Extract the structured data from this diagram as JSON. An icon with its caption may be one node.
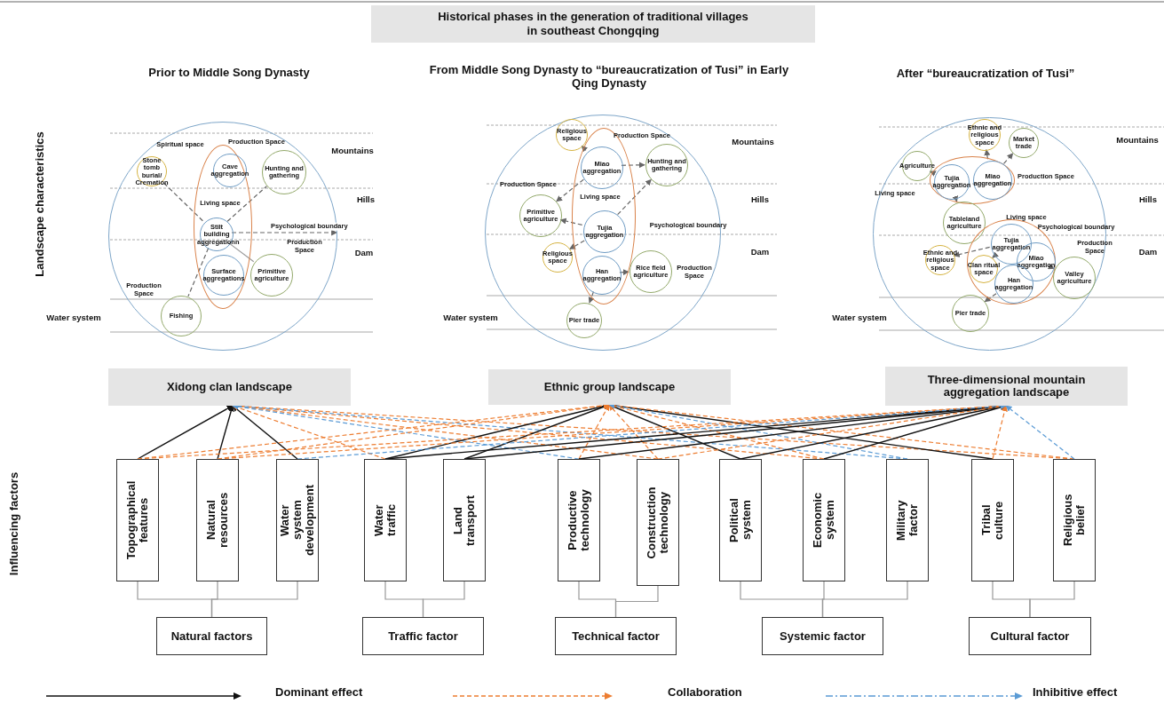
{
  "diagram": {
    "title": "Historical phases in the generation of traditional villages in southeast Chongqing",
    "nodes": [
      {
        "text": [],
        "shape": "circle"
      },
      {
        "text": [
          "Stone tomb burial/ Cremation"
        ],
        "in": 0
      },
      {
        "text": [],
        "shape": "ellipse",
        "in": 0
      },
      {
        "text": [
          "Cave aggregation"
        ],
        "in": 2
      },
      {
        "text": [
          "Hunting and gathering"
        ],
        "in": 0
      },
      {
        "text": [
          "Stilt building aggregationn"
        ],
        "in": 2
      },
      {
        "text": [
          "Surface aggregations"
        ],
        "in": 2
      },
      {
        "text": [
          "Primitive agriculture"
        ],
        "in": 0
      },
      {
        "text": [
          "Fishing"
        ],
        "in": 0
      },
      {
        "text": [],
        "shape": "circle"
      },
      {
        "text": [
          "Religious space"
        ],
        "in": 9
      },
      {
        "text": [],
        "shape": "ellipse",
        "in": 9
      },
      {
        "text": [
          "Miao aggregation"
        ],
        "in": 11
      },
      {
        "text": [
          "Hunting and gathering"
        ],
        "in": 9
      },
      {
        "text": [
          "Primitive agriculture"
        ],
        "in": 9
      },
      {
        "text": [
          "Tujia aggregation"
        ],
        "in": 11
      },
      {
        "text": [
          "Religious space"
        ],
        "in": 9
      },
      {
        "text": [
          "Han aggregation"
        ],
        "in": 11
      },
      {
        "text": [
          "Rice field agriculture"
        ],
        "in": 9
      },
      {
        "text": [
          "Pier trade"
        ],
        "in": 9
      },
      {
        "text": [],
        "shape": "circle"
      },
      {
        "text": [
          "Ethnic and religious space"
        ],
        "in": 20
      },
      {
        "text": [
          "Market trade"
        ],
        "in": 20
      },
      {
        "text": [
          "Agriculture"
        ],
        "in": 20
      },
      {
        "text": [],
        "shape": "ellipse",
        "in": 20
      },
      {
        "text": [
          "Tujia aggregation"
        ],
        "in": 24
      },
      {
        "text": [
          "Miao aggregation"
        ],
        "in": 24
      },
      {
        "text": [
          "Tableland agriculture"
        ],
        "in": 20
      },
      {
        "text": [
          "Ethnic and religious space"
        ],
        "in": 20
      },
      {
        "text": [],
        "shape": "ellipse",
        "in": 20
      },
      {
        "text": [
          "Tujia aggregation"
        ],
        "in": 29
      },
      {
        "text": [
          "Miao aggregation"
        ],
        "in": 29
      },
      {
        "text": [
          "Clan ritual space"
        ],
        "in": 29
      },
      {
        "text": [
          "Han aggregation"
        ],
        "in": 29
      },
      {
        "text": [
          "Valley agriculture"
        ],
        "in": 20
      },
      {
        "text": [
          "Pier trade"
        ],
        "in": 20
      },
      {
        "text": [
          "Xidong clan landscape"
        ]
      },
      {
        "text": [
          "Ethnic group landscape"
        ]
      },
      {
        "text": [
          "Three-dimensional mountain aggregation landscape"
        ]
      },
      {
        "text": [
          "Topographical features"
        ]
      },
      {
        "text": [
          "Natural resources"
        ]
      },
      {
        "text": [
          "Water system development"
        ]
      },
      {
        "text": [
          "Water traffic"
        ]
      },
      {
        "text": [
          "Land transport"
        ]
      },
      {
        "text": [
          "Productive technology"
        ]
      },
      {
        "text": [
          "Construction technology"
        ]
      },
      {
        "text": [
          "Political system"
        ]
      },
      {
        "text": [
          "Economic system"
        ]
      },
      {
        "text": [
          "Military factor"
        ]
      },
      {
        "text": [
          "Tribal culture"
        ]
      },
      {
        "text": [
          "Religious belief"
        ]
      },
      {
        "text": [
          "Natural factors"
        ]
      },
      {
        "text": [
          "Traffic factor"
        ]
      },
      {
        "text": [
          "Technical factor"
        ]
      },
      {
        "text": [
          "Systemic factor"
        ]
      },
      {
        "text": [
          "Cultural factor"
        ]
      }
    ],
    "edges": [
      {
        "from": 5,
        "to": 1,
        "arrow": "none",
        "style": "dashed",
        "color": "#666666"
      },
      {
        "from": 5,
        "to": 4,
        "arrow": "none",
        "style": "dashed",
        "color": "#666666"
      },
      {
        "from": 5,
        "to": 8,
        "arrow": "none",
        "style": "dashed",
        "color": "#666666"
      },
      {
        "from": 5,
        "to": 7,
        "arrow": "none",
        "color": "#999999"
      },
      {
        "from": 5,
        "to": 0,
        "arrow": "to",
        "label": "Psychological boundary",
        "style": "dashed",
        "color": "#666666"
      },
      {
        "from": 12,
        "to": 10,
        "arrow": "to",
        "style": "dashed",
        "color": "#666666"
      },
      {
        "from": 12,
        "to": 13,
        "arrow": "to",
        "style": "dashed",
        "color": "#666666"
      },
      {
        "from": 12,
        "to": 14,
        "arrow": "to",
        "style": "dashed",
        "color": "#666666"
      },
      {
        "from": 15,
        "to": 14,
        "arrow": "to",
        "style": "dashed",
        "color": "#666666"
      },
      {
        "from": 15,
        "to": 13,
        "arrow": "to",
        "style": "dashed",
        "color": "#666666"
      },
      {
        "from": 15,
        "to": 16,
        "arrow": "to",
        "style": "dashed",
        "color": "#666666"
      },
      {
        "from": 17,
        "to": 18,
        "arrow": "to",
        "style": "dashed",
        "color": "#666666"
      },
      {
        "from": 17,
        "to": 19,
        "arrow": "to",
        "style": "dashed",
        "color": "#666666"
      },
      {
        "from": 26,
        "to": 21,
        "arrow": "to",
        "style": "dashed",
        "color": "#666666"
      },
      {
        "from": 26,
        "to": 22,
        "arrow": "to",
        "style": "dashed",
        "color": "#666666"
      },
      {
        "from": 25,
        "to": 23,
        "arrow": "to",
        "style": "dashed",
        "color": "#666666"
      },
      {
        "from": 25,
        "to": 27,
        "arrow": "to",
        "style": "dashed",
        "color": "#666666"
      },
      {
        "from": 30,
        "to": 28,
        "arrow": "to",
        "style": "dashed",
        "color": "#666666"
      },
      {
        "from": 30,
        "to": 32,
        "arrow": "to",
        "style": "dashed",
        "color": "#666666"
      },
      {
        "from": 31,
        "to": 34,
        "arrow": "to",
        "style": "dashed",
        "color": "#666666"
      },
      {
        "from": 33,
        "to": 35,
        "arrow": "to",
        "style": "dashed",
        "color": "#666666"
      },
      {
        "from": 39,
        "to": 36,
        "arrow": "to"
      },
      {
        "from": 40,
        "to": 36,
        "arrow": "to"
      },
      {
        "from": 41,
        "to": 36,
        "arrow": "to"
      },
      {
        "from": 42,
        "to": 36,
        "arrow": "to",
        "style": "dashed",
        "color": "#ed7d31"
      },
      {
        "from": 45,
        "to": 36,
        "arrow": "to",
        "style": "dashed",
        "color": "#ed7d31"
      },
      {
        "from": 47,
        "to": 36,
        "arrow": "to",
        "style": "dashed",
        "color": "#ed7d31"
      },
      {
        "from": 50,
        "to": 36,
        "arrow": "to",
        "style": "dashed",
        "color": "#ed7d31"
      },
      {
        "from": 44,
        "to": 36,
        "arrow": "to",
        "style": "dashed",
        "color": "#5b9bd5"
      },
      {
        "from": 48,
        "to": 36,
        "arrow": "to",
        "style": "dashed",
        "color": "#5b9bd5"
      },
      {
        "from": 42,
        "to": 37,
        "arrow": "to"
      },
      {
        "from": 43,
        "to": 37,
        "arrow": "to"
      },
      {
        "from": 46,
        "to": 37,
        "arrow": "to"
      },
      {
        "from": 49,
        "to": 37,
        "arrow": "to"
      },
      {
        "from": 39,
        "to": 37,
        "arrow": "to",
        "style": "dashed",
        "color": "#ed7d31"
      },
      {
        "from": 40,
        "to": 37,
        "arrow": "to",
        "style": "dashed",
        "color": "#ed7d31"
      },
      {
        "from": 44,
        "to": 37,
        "arrow": "to",
        "style": "dashed",
        "color": "#ed7d31"
      },
      {
        "from": 45,
        "to": 37,
        "arrow": "to",
        "style": "dashed",
        "color": "#ed7d31"
      },
      {
        "from": 47,
        "to": 37,
        "arrow": "to",
        "style": "dashed",
        "color": "#ed7d31"
      },
      {
        "from": 50,
        "to": 37,
        "arrow": "to",
        "style": "dashed",
        "color": "#ed7d31"
      },
      {
        "from": 48,
        "to": 37,
        "arrow": "to",
        "style": "dashed",
        "color": "#5b9bd5"
      },
      {
        "from": 42,
        "to": 38,
        "arrow": "to"
      },
      {
        "from": 43,
        "to": 38,
        "arrow": "to"
      },
      {
        "from": 44,
        "to": 38,
        "arrow": "to"
      },
      {
        "from": 46,
        "to": 38,
        "arrow": "to"
      },
      {
        "from": 47,
        "to": 38,
        "arrow": "to"
      },
      {
        "from": 39,
        "to": 38,
        "arrow": "to",
        "style": "dashed",
        "color": "#ed7d31"
      },
      {
        "from": 40,
        "to": 38,
        "arrow": "to",
        "style": "dashed",
        "color": "#ed7d31"
      },
      {
        "from": 45,
        "to": 38,
        "arrow": "to",
        "style": "dashed",
        "color": "#ed7d31"
      },
      {
        "from": 49,
        "to": 38,
        "arrow": "to",
        "style": "dashed",
        "color": "#ed7d31"
      },
      {
        "from": 41,
        "to": 38,
        "arrow": "to",
        "style": "dashed",
        "color": "#5b9bd5"
      },
      {
        "from": 50,
        "to": 38,
        "arrow": "to",
        "style": "dashed",
        "color": "#5b9bd5"
      },
      {
        "from": 51,
        "to": 39,
        "arrow": "none",
        "color": "#999999"
      },
      {
        "from": 51,
        "to": 40,
        "arrow": "none",
        "color": "#999999"
      },
      {
        "from": 51,
        "to": 41,
        "arrow": "none",
        "color": "#999999"
      },
      {
        "from": 52,
        "to": 42,
        "arrow": "none",
        "color": "#999999"
      },
      {
        "from": 52,
        "to": 43,
        "arrow": "none",
        "color": "#999999"
      },
      {
        "from": 53,
        "to": 44,
        "arrow": "none",
        "color": "#999999"
      },
      {
        "from": 53,
        "to": 45,
        "arrow": "none",
        "color": "#999999"
      },
      {
        "from": 54,
        "to": 46,
        "arrow": "none",
        "color": "#999999"
      },
      {
        "from": 54,
        "to": 47,
        "arrow": "none",
        "color": "#999999"
      },
      {
        "from": 54,
        "to": 48,
        "arrow": "none",
        "color": "#999999"
      },
      {
        "from": 55,
        "to": 49,
        "arrow": "none",
        "color": "#999999"
      },
      {
        "from": 55,
        "to": 50,
        "arrow": "none",
        "color": "#999999"
      }
    ],
    "labels": [
      "Prior to Middle Song Dynasty",
      "From Middle Song Dynasty to “bureaucratization of Tusi” in Early Qing Dynasty",
      "After “bureaucratization of Tusi”",
      "Landscape characteristics",
      "Spiritual space",
      "Production Space",
      "Mountains",
      "Living space",
      "Hills",
      "Production Space",
      "Dam",
      "Production Space",
      "Water system",
      "Production Space",
      "Mountains",
      "Production Space",
      "Living space",
      "Hills",
      "Psychological boundary",
      "Dam",
      "Production Space",
      "Water system",
      "Mountains",
      "Production Space",
      "Living space",
      "Hills",
      "Living space",
      "Psychological boundary",
      "Production Space",
      "Dam",
      "Water system",
      "Influencing factors"
    ],
    "legend": [
      {
        "text": "Dominant effect"
      },
      {
        "text": "Collaboration"
      },
      {
        "text": "Inhibitive effect"
      }
    ]
  }
}
